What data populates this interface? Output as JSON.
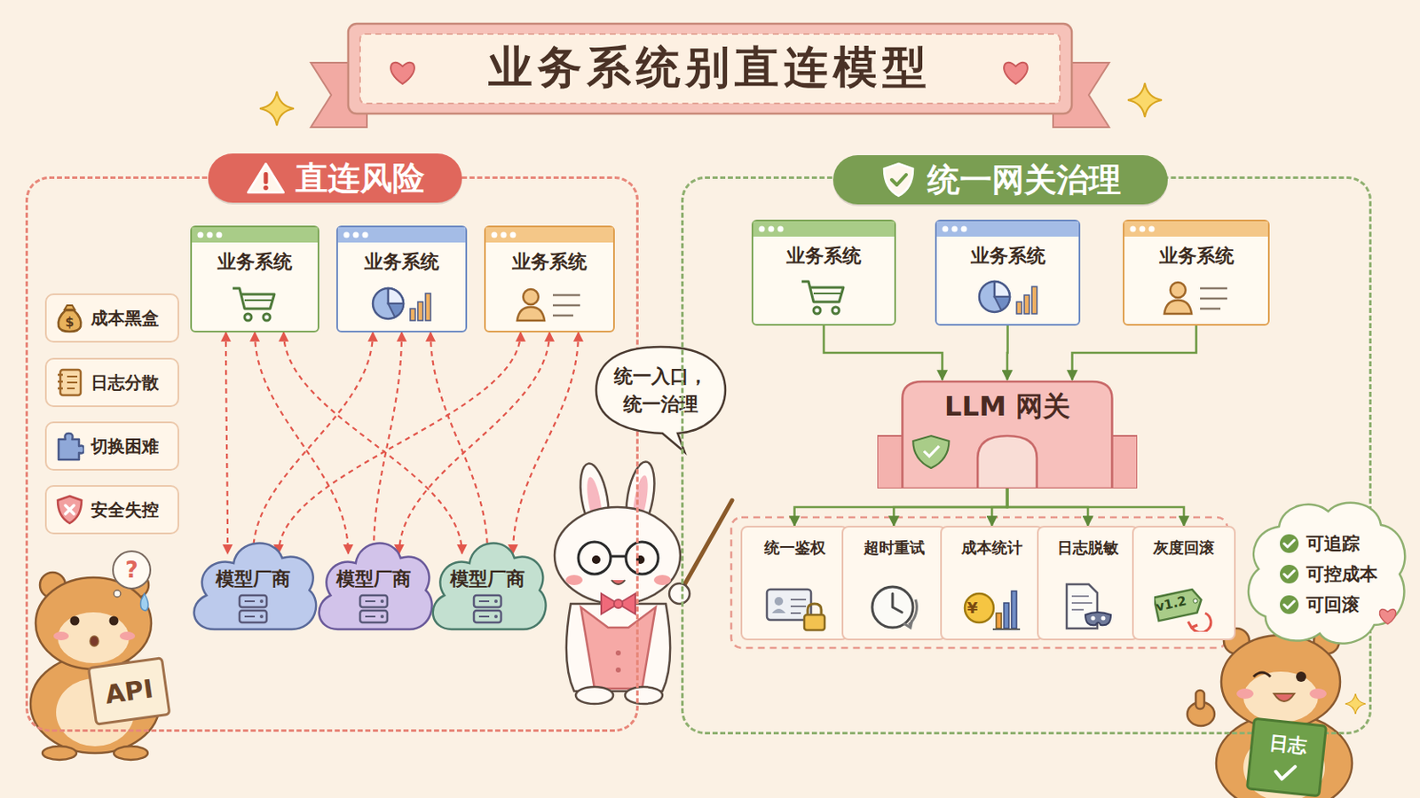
{
  "diagram": {
    "title": "业务系统别直连模型",
    "nodes": [
      {
        "text": [
          "直连风险"
        ]
      },
      {
        "text": [
          "业务系统"
        ],
        "in": 0
      },
      {
        "text": [
          "业务系统"
        ],
        "in": 0
      },
      {
        "text": [
          "业务系统"
        ],
        "in": 0
      },
      {
        "text": [
          "成本黑盒"
        ],
        "in": 0
      },
      {
        "text": [
          "日志分散"
        ],
        "in": 0
      },
      {
        "text": [
          "切换困难"
        ],
        "in": 0
      },
      {
        "text": [
          "安全失控"
        ],
        "in": 0
      },
      {
        "text": [
          "模型厂商"
        ],
        "in": 0
      },
      {
        "text": [
          "模型厂商"
        ],
        "in": 0
      },
      {
        "text": [
          "模型厂商"
        ],
        "in": 0
      },
      {
        "text": [
          "API"
        ],
        "in": 0
      },
      {
        "text": [
          "统一入口， 统一治理"
        ]
      },
      {
        "text": [
          "统一网关治理"
        ]
      },
      {
        "text": [
          "业务系统"
        ],
        "in": 13
      },
      {
        "text": [
          "业务系统"
        ],
        "in": 13
      },
      {
        "text": [
          "业务系统"
        ],
        "in": 13
      },
      {
        "text": [
          "LLM 网关"
        ],
        "in": 13
      },
      {
        "text": [
          "统一鉴权"
        ],
        "in": 13
      },
      {
        "text": [
          "超时重试"
        ],
        "in": 13
      },
      {
        "text": [
          "成本统计"
        ],
        "in": 13
      },
      {
        "text": [
          "日志脱敏"
        ],
        "in": 13
      },
      {
        "text": [
          "灰度回滚"
        ],
        "in": 13
      },
      {
        "text": [
          "可追踪",
          "可控成本",
          "可回滚"
        ]
      },
      {
        "text": [
          "日志"
        ]
      }
    ],
    "edges": [
      {
        "from": 1,
        "to": 8,
        "arrow": "both"
      },
      {
        "from": 1,
        "to": 9,
        "arrow": "both"
      },
      {
        "from": 1,
        "to": 10,
        "arrow": "both"
      },
      {
        "from": 2,
        "to": 8,
        "arrow": "both"
      },
      {
        "from": 2,
        "to": 9,
        "arrow": "both"
      },
      {
        "from": 2,
        "to": 10,
        "arrow": "both"
      },
      {
        "from": 3,
        "to": 8,
        "arrow": "both"
      },
      {
        "from": 3,
        "to": 9,
        "arrow": "both"
      },
      {
        "from": 3,
        "to": 10,
        "arrow": "both"
      },
      {
        "from": 14,
        "to": 17,
        "arrow": "to"
      },
      {
        "from": 15,
        "to": 17,
        "arrow": "to"
      },
      {
        "from": 16,
        "to": 17,
        "arrow": "to"
      },
      {
        "from": 17,
        "to": 18,
        "arrow": "to"
      },
      {
        "from": 17,
        "to": 19,
        "arrow": "to"
      },
      {
        "from": 17,
        "to": 20,
        "arrow": "to"
      },
      {
        "from": 17,
        "to": 21,
        "arrow": "to"
      },
      {
        "from": 17,
        "to": 22,
        "arrow": "to"
      }
    ],
    "labels": [
      "$",
      "?",
      "¥",
      "v1.2"
    ]
  }
}
